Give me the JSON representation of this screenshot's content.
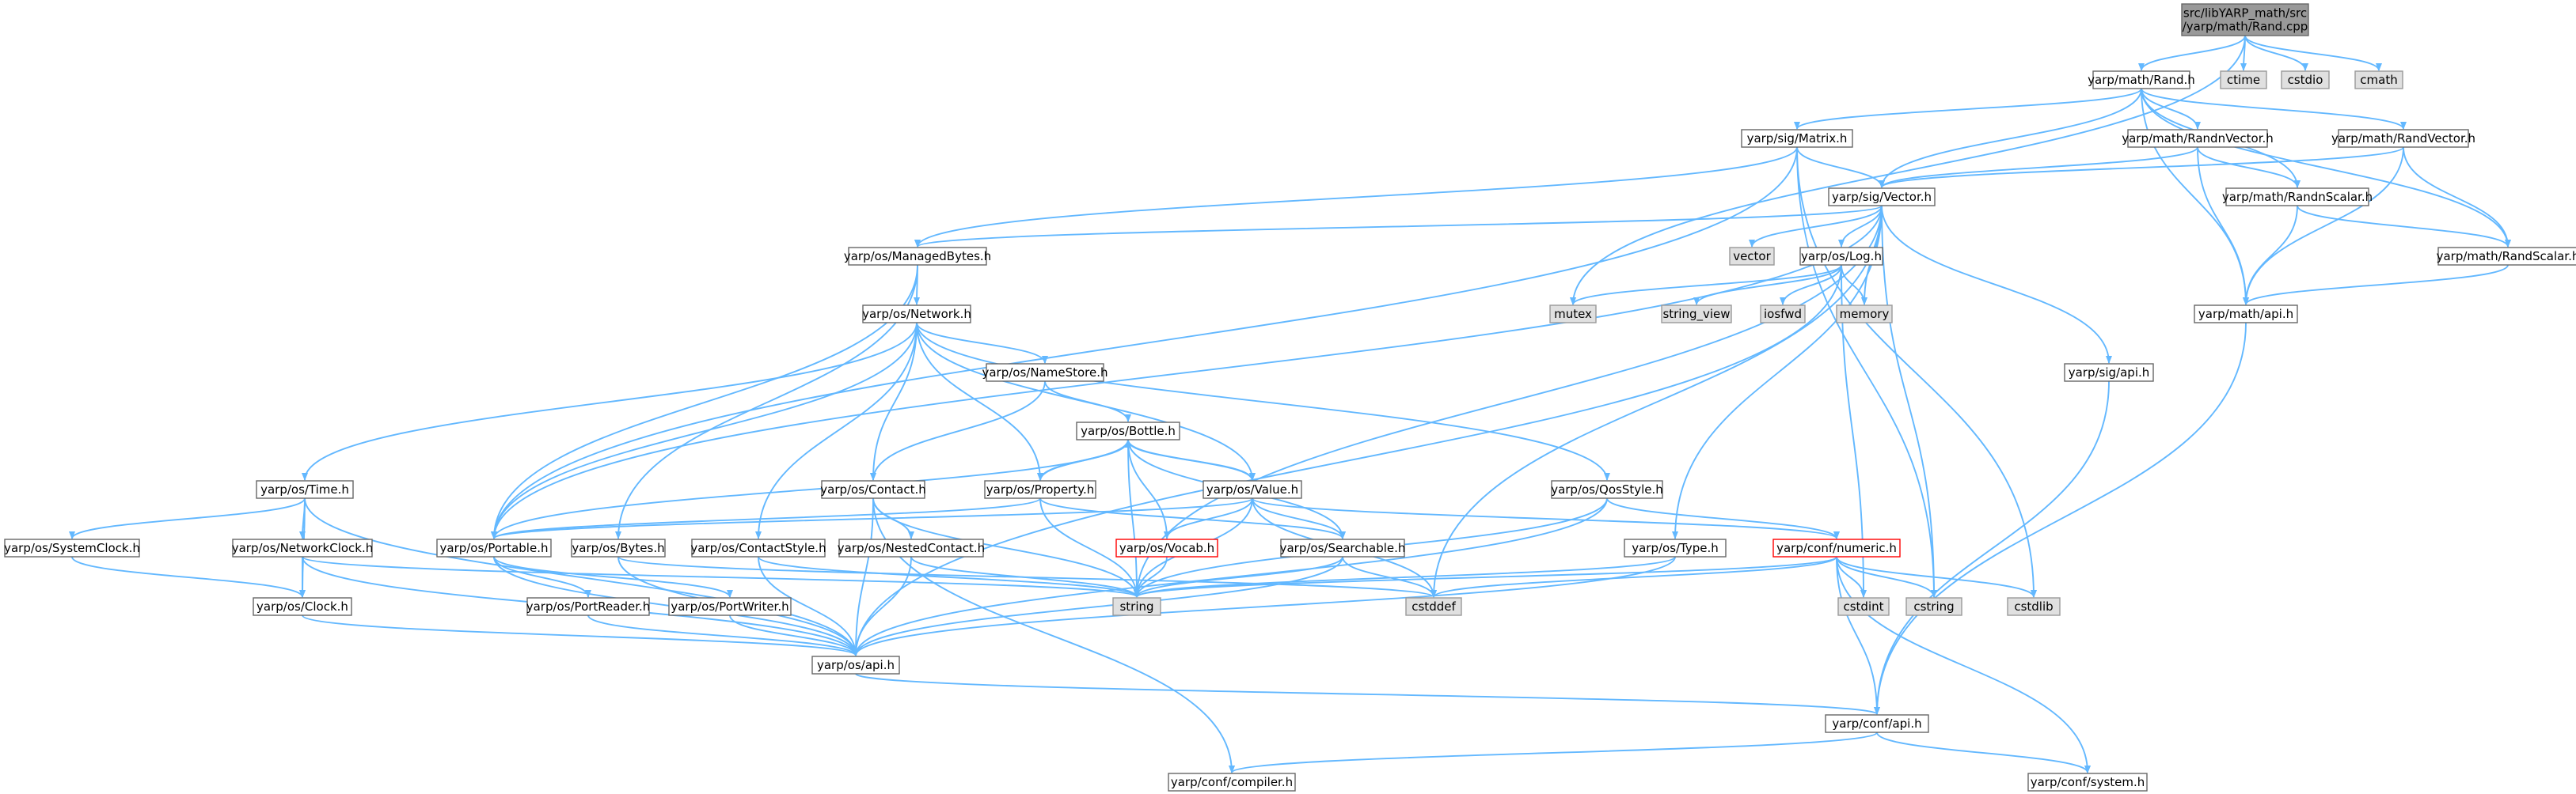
{
  "colors": {
    "edge": "#63b8ff",
    "source_fill": "#999999",
    "source_stroke": "#666666",
    "header_fill": "#ffffff",
    "header_stroke": "#666666",
    "system_fill": "#e0e0e0",
    "system_stroke": "#999999",
    "incomplete_stroke": "#ff0000"
  },
  "nodes": [
    {
      "id": "rand_cpp",
      "label": [
        "src/libYARP_math/src",
        "/yarp/math/Rand.cpp"
      ],
      "kind": "source"
    },
    {
      "id": "rand_h",
      "label": [
        "yarp/math/Rand.h"
      ],
      "kind": "header"
    },
    {
      "id": "ctime",
      "label": [
        "ctime"
      ],
      "kind": "system"
    },
    {
      "id": "cstdio",
      "label": [
        "cstdio"
      ],
      "kind": "system"
    },
    {
      "id": "cmath",
      "label": [
        "cmath"
      ],
      "kind": "system"
    },
    {
      "id": "matrix_h",
      "label": [
        "yarp/sig/Matrix.h"
      ],
      "kind": "header"
    },
    {
      "id": "randnvector_h",
      "label": [
        "yarp/math/RandnVector.h"
      ],
      "kind": "header"
    },
    {
      "id": "randvector_h",
      "label": [
        "yarp/math/RandVector.h"
      ],
      "kind": "header"
    },
    {
      "id": "vector_h",
      "label": [
        "yarp/sig/Vector.h"
      ],
      "kind": "header"
    },
    {
      "id": "randnscalar_h",
      "label": [
        "yarp/math/RandnScalar.h"
      ],
      "kind": "header"
    },
    {
      "id": "managedbytes_h",
      "label": [
        "yarp/os/ManagedBytes.h"
      ],
      "kind": "header"
    },
    {
      "id": "vector_std",
      "label": [
        "vector"
      ],
      "kind": "system"
    },
    {
      "id": "log_h",
      "label": [
        "yarp/os/Log.h"
      ],
      "kind": "header"
    },
    {
      "id": "randscalar_h",
      "label": [
        "yarp/math/RandScalar.h"
      ],
      "kind": "header"
    },
    {
      "id": "network_h",
      "label": [
        "yarp/os/Network.h"
      ],
      "kind": "header"
    },
    {
      "id": "mutex",
      "label": [
        "mutex"
      ],
      "kind": "system"
    },
    {
      "id": "string_view",
      "label": [
        "string_view"
      ],
      "kind": "system"
    },
    {
      "id": "iosfwd",
      "label": [
        "iosfwd"
      ],
      "kind": "system"
    },
    {
      "id": "memory",
      "label": [
        "memory"
      ],
      "kind": "system"
    },
    {
      "id": "math_api_h",
      "label": [
        "yarp/math/api.h"
      ],
      "kind": "header"
    },
    {
      "id": "namestore_h",
      "label": [
        "yarp/os/NameStore.h"
      ],
      "kind": "header"
    },
    {
      "id": "sig_api_h",
      "label": [
        "yarp/sig/api.h"
      ],
      "kind": "header"
    },
    {
      "id": "bottle_h",
      "label": [
        "yarp/os/Bottle.h"
      ],
      "kind": "header"
    },
    {
      "id": "time_h",
      "label": [
        "yarp/os/Time.h"
      ],
      "kind": "header"
    },
    {
      "id": "contact_h",
      "label": [
        "yarp/os/Contact.h"
      ],
      "kind": "header"
    },
    {
      "id": "property_h",
      "label": [
        "yarp/os/Property.h"
      ],
      "kind": "header"
    },
    {
      "id": "value_h",
      "label": [
        "yarp/os/Value.h"
      ],
      "kind": "header"
    },
    {
      "id": "qosstyle_h",
      "label": [
        "yarp/os/QosStyle.h"
      ],
      "kind": "header"
    },
    {
      "id": "systemclock_h",
      "label": [
        "yarp/os/SystemClock.h"
      ],
      "kind": "header"
    },
    {
      "id": "networkclock_h",
      "label": [
        "yarp/os/NetworkClock.h"
      ],
      "kind": "header"
    },
    {
      "id": "portable_h",
      "label": [
        "yarp/os/Portable.h"
      ],
      "kind": "header"
    },
    {
      "id": "bytes_h",
      "label": [
        "yarp/os/Bytes.h"
      ],
      "kind": "header"
    },
    {
      "id": "contactstyle_h",
      "label": [
        "yarp/os/ContactStyle.h"
      ],
      "kind": "header"
    },
    {
      "id": "nestedcontact_h",
      "label": [
        "yarp/os/NestedContact.h"
      ],
      "kind": "header"
    },
    {
      "id": "vocab_h",
      "label": [
        "yarp/os/Vocab.h"
      ],
      "kind": "incomplete"
    },
    {
      "id": "searchable_h",
      "label": [
        "yarp/os/Searchable.h"
      ],
      "kind": "header"
    },
    {
      "id": "numeric_h",
      "label": [
        "yarp/conf/numeric.h"
      ],
      "kind": "incomplete"
    },
    {
      "id": "type_h",
      "label": [
        "yarp/os/Type.h"
      ],
      "kind": "header"
    },
    {
      "id": "clock_h",
      "label": [
        "yarp/os/Clock.h"
      ],
      "kind": "header"
    },
    {
      "id": "portreader_h",
      "label": [
        "yarp/os/PortReader.h"
      ],
      "kind": "header"
    },
    {
      "id": "portwriter_h",
      "label": [
        "yarp/os/PortWriter.h"
      ],
      "kind": "header"
    },
    {
      "id": "string_std",
      "label": [
        "string"
      ],
      "kind": "system"
    },
    {
      "id": "cstddef",
      "label": [
        "cstddef"
      ],
      "kind": "system"
    },
    {
      "id": "cstdint",
      "label": [
        "cstdint"
      ],
      "kind": "system"
    },
    {
      "id": "cstring",
      "label": [
        "cstring"
      ],
      "kind": "system"
    },
    {
      "id": "cstdlib",
      "label": [
        "cstdlib"
      ],
      "kind": "system"
    },
    {
      "id": "os_api_h",
      "label": [
        "yarp/os/api.h"
      ],
      "kind": "header"
    },
    {
      "id": "conf_api_h",
      "label": [
        "yarp/conf/api.h"
      ],
      "kind": "header"
    },
    {
      "id": "compiler_h",
      "label": [
        "yarp/conf/compiler.h"
      ],
      "kind": "header"
    },
    {
      "id": "system_h",
      "label": [
        "yarp/conf/system.h"
      ],
      "kind": "header"
    }
  ],
  "edges": [
    [
      "rand_cpp",
      "rand_h"
    ],
    [
      "rand_cpp",
      "ctime"
    ],
    [
      "rand_cpp",
      "cstdio"
    ],
    [
      "rand_cpp",
      "cmath"
    ],
    [
      "rand_cpp",
      "mutex"
    ],
    [
      "rand_h",
      "matrix_h"
    ],
    [
      "rand_h",
      "randnvector_h"
    ],
    [
      "rand_h",
      "randvector_h"
    ],
    [
      "rand_h",
      "vector_h"
    ],
    [
      "rand_h",
      "randnscalar_h"
    ],
    [
      "rand_h",
      "randscalar_h"
    ],
    [
      "rand_h",
      "math_api_h"
    ],
    [
      "matrix_h",
      "vector_h"
    ],
    [
      "matrix_h",
      "managedbytes_h"
    ],
    [
      "matrix_h",
      "portable_h"
    ],
    [
      "matrix_h",
      "cstring"
    ],
    [
      "matrix_h",
      "cstdlib"
    ],
    [
      "randnvector_h",
      "vector_h"
    ],
    [
      "randnvector_h",
      "randnscalar_h"
    ],
    [
      "randnvector_h",
      "math_api_h"
    ],
    [
      "randvector_h",
      "vector_h"
    ],
    [
      "randvector_h",
      "randscalar_h"
    ],
    [
      "randvector_h",
      "math_api_h"
    ],
    [
      "randnscalar_h",
      "randscalar_h"
    ],
    [
      "randnscalar_h",
      "math_api_h"
    ],
    [
      "randscalar_h",
      "math_api_h"
    ],
    [
      "math_api_h",
      "conf_api_h"
    ],
    [
      "vector_h",
      "managedbytes_h"
    ],
    [
      "vector_h",
      "vector_std"
    ],
    [
      "vector_h",
      "log_h"
    ],
    [
      "vector_h",
      "memory"
    ],
    [
      "vector_h",
      "sig_api_h"
    ],
    [
      "vector_h",
      "type_h"
    ],
    [
      "vector_h",
      "portable_h"
    ],
    [
      "vector_h",
      "string_std"
    ],
    [
      "vector_h",
      "cstddef"
    ],
    [
      "vector_h",
      "cstring"
    ],
    [
      "log_h",
      "mutex"
    ],
    [
      "log_h",
      "string_view"
    ],
    [
      "log_h",
      "iosfwd"
    ],
    [
      "log_h",
      "memory"
    ],
    [
      "log_h",
      "cstdint"
    ],
    [
      "log_h",
      "os_api_h"
    ],
    [
      "sig_api_h",
      "conf_api_h"
    ],
    [
      "managedbytes_h",
      "network_h"
    ],
    [
      "managedbytes_h",
      "bytes_h"
    ],
    [
      "managedbytes_h",
      "portable_h"
    ],
    [
      "network_h",
      "namestore_h"
    ],
    [
      "network_h",
      "time_h"
    ],
    [
      "network_h",
      "contact_h"
    ],
    [
      "network_h",
      "property_h"
    ],
    [
      "network_h",
      "value_h"
    ],
    [
      "network_h",
      "qosstyle_h"
    ],
    [
      "network_h",
      "contactstyle_h"
    ],
    [
      "network_h",
      "portable_h"
    ],
    [
      "namestore_h",
      "bottle_h"
    ],
    [
      "namestore_h",
      "contact_h"
    ],
    [
      "bottle_h",
      "property_h"
    ],
    [
      "bottle_h",
      "value_h"
    ],
    [
      "bottle_h",
      "vocab_h"
    ],
    [
      "bottle_h",
      "searchable_h"
    ],
    [
      "bottle_h",
      "portable_h"
    ],
    [
      "bottle_h",
      "string_std"
    ],
    [
      "property_h",
      "bottle_h"
    ],
    [
      "property_h",
      "searchable_h"
    ],
    [
      "property_h",
      "string_std"
    ],
    [
      "property_h",
      "portable_h"
    ],
    [
      "value_h",
      "bottle_h"
    ],
    [
      "value_h",
      "vocab_h"
    ],
    [
      "value_h",
      "searchable_h"
    ],
    [
      "value_h",
      "numeric_h"
    ],
    [
      "value_h",
      "portable_h"
    ],
    [
      "value_h",
      "string_std"
    ],
    [
      "value_h",
      "cstddef"
    ],
    [
      "contact_h",
      "nestedcontact_h"
    ],
    [
      "contact_h",
      "os_api_h"
    ],
    [
      "contact_h",
      "string_std"
    ],
    [
      "contact_h",
      "compiler_h"
    ],
    [
      "nestedcontact_h",
      "os_api_h"
    ],
    [
      "nestedcontact_h",
      "string_std"
    ],
    [
      "contactstyle_h",
      "os_api_h"
    ],
    [
      "contactstyle_h",
      "string_std"
    ],
    [
      "qosstyle_h",
      "numeric_h"
    ],
    [
      "qosstyle_h",
      "os_api_h"
    ],
    [
      "qosstyle_h",
      "string_std"
    ],
    [
      "time_h",
      "systemclock_h"
    ],
    [
      "time_h",
      "networkclock_h"
    ],
    [
      "time_h",
      "clock_h"
    ],
    [
      "time_h",
      "os_api_h"
    ],
    [
      "systemclock_h",
      "clock_h"
    ],
    [
      "networkclock_h",
      "clock_h"
    ],
    [
      "networkclock_h",
      "os_api_h"
    ],
    [
      "networkclock_h",
      "string_std"
    ],
    [
      "clock_h",
      "os_api_h"
    ],
    [
      "portable_h",
      "portreader_h"
    ],
    [
      "portable_h",
      "portwriter_h"
    ],
    [
      "portable_h",
      "os_api_h"
    ],
    [
      "portreader_h",
      "os_api_h"
    ],
    [
      "portwriter_h",
      "os_api_h"
    ],
    [
      "bytes_h",
      "os_api_h"
    ],
    [
      "bytes_h",
      "cstddef"
    ],
    [
      "vocab_h",
      "string_std"
    ],
    [
      "searchable_h",
      "os_api_h"
    ],
    [
      "searchable_h",
      "string_std"
    ],
    [
      "searchable_h",
      "cstddef"
    ],
    [
      "numeric_h",
      "conf_api_h"
    ],
    [
      "numeric_h",
      "cstddef"
    ],
    [
      "numeric_h",
      "cstdint"
    ],
    [
      "numeric_h",
      "cstring"
    ],
    [
      "numeric_h",
      "cstdlib"
    ],
    [
      "numeric_h",
      "string_std"
    ],
    [
      "numeric_h",
      "system_h"
    ],
    [
      "type_h",
      "os_api_h"
    ],
    [
      "type_h",
      "string_std"
    ],
    [
      "os_api_h",
      "conf_api_h"
    ],
    [
      "conf_api_h",
      "compiler_h"
    ],
    [
      "conf_api_h",
      "system_h"
    ]
  ]
}
